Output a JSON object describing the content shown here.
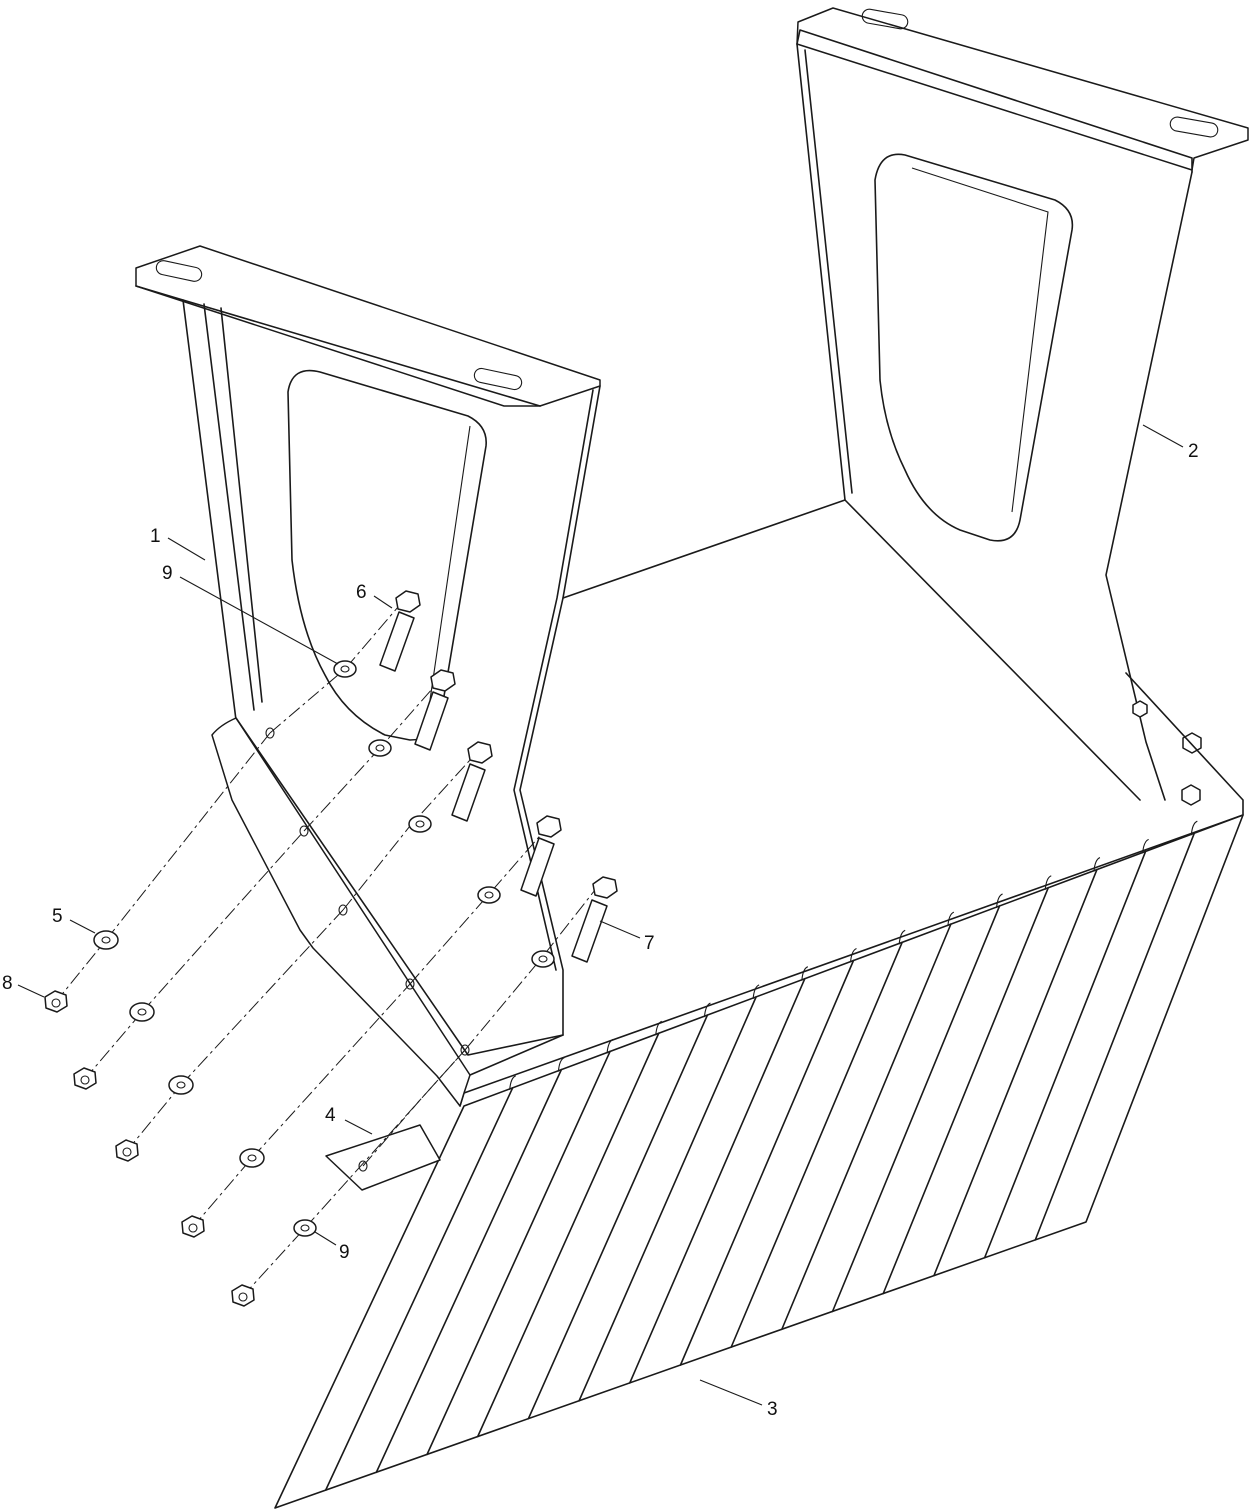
{
  "callouts": [
    {
      "id": "c1",
      "label": "1"
    },
    {
      "id": "c2",
      "label": "2"
    },
    {
      "id": "c3",
      "label": "3"
    },
    {
      "id": "c4",
      "label": "4"
    },
    {
      "id": "c5",
      "label": "5"
    },
    {
      "id": "c6",
      "label": "6"
    },
    {
      "id": "c7",
      "label": "7"
    },
    {
      "id": "c8",
      "label": "8"
    },
    {
      "id": "c9a",
      "label": "9"
    },
    {
      "id": "c9b",
      "label": "9"
    }
  ]
}
